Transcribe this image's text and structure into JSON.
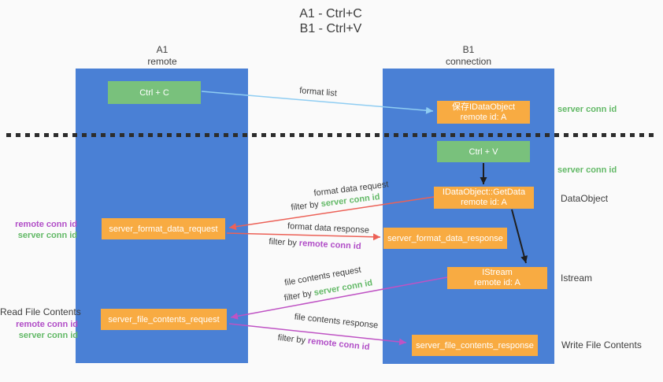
{
  "title": {
    "line1": "A1 - Ctrl+C",
    "line2": "B1 - Ctrl+V"
  },
  "lanes": {
    "left": {
      "id": "A1",
      "role": "remote"
    },
    "right": {
      "id": "B1",
      "role": "connection"
    }
  },
  "nodes": {
    "ctrl_c": {
      "label": "Ctrl + C"
    },
    "ctrl_v": {
      "label": "Ctrl + V"
    },
    "save_dataobject": {
      "line1": "保存IDataObject",
      "line2": "remote id: A"
    },
    "getdata": {
      "line1": "IDataObject::GetData",
      "line2": "remote id: A"
    },
    "istream": {
      "line1": "IStream",
      "line2": "remote id: A"
    },
    "format_request": {
      "label": "server_format_data_request"
    },
    "format_response": {
      "label": "server_format_data_response"
    },
    "file_request": {
      "label": "server_file_contents_request"
    },
    "file_response": {
      "label": "server_file_contents_response"
    }
  },
  "edge_labels": {
    "format_list": "format list",
    "format_data_request": "format data request",
    "format_data_response": "format data response",
    "file_contents_request": "file contents request",
    "file_contents_response": "file contents response",
    "filter_by": "filter by",
    "server_conn_id": "server conn id",
    "remote_conn_id": "remote conn id"
  },
  "side_labels": {
    "server_conn_id_top": "server conn id",
    "server_conn_id_mid": "server conn id",
    "dataobject": "DataObject",
    "istream": "Istream",
    "read_file_contents": "Read File Contents",
    "write_file_contents": "Write File Contents",
    "remote_conn_id": "remote conn id",
    "server_conn_id": "server conn id"
  },
  "colors": {
    "lane_blue": "#4a80d5",
    "node_green": "#79c17c",
    "node_orange": "#f8ab42",
    "arrow_blue": "#8fcdf2",
    "arrow_red": "#ec6157",
    "arrow_magenta": "#bf53c4",
    "text_green": "#63b967",
    "text_purple": "#b14ec7"
  }
}
